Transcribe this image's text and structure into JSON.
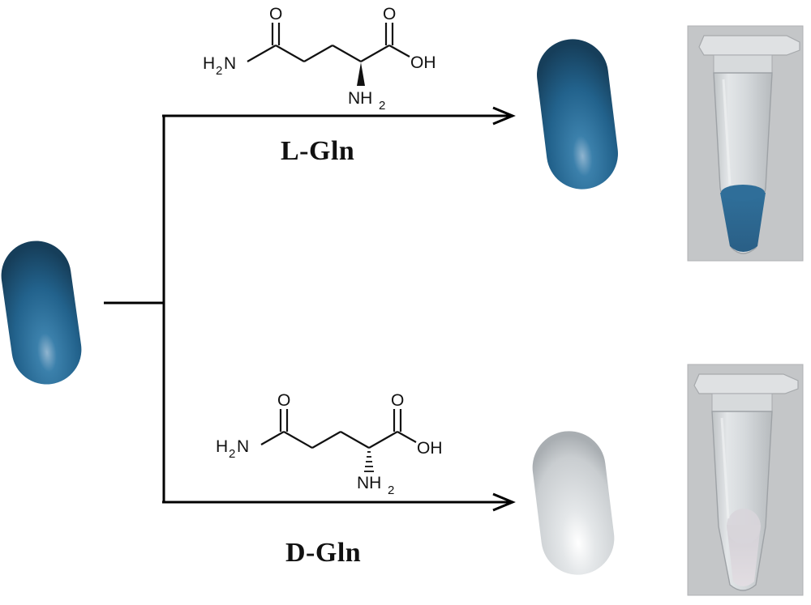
{
  "reactions": [
    {
      "id": "l-gln",
      "label": "L-Gln",
      "molecule": {
        "amide_o": "O",
        "acid_o": "O",
        "amide_n": "H",
        "amide_n_sub": "2",
        "amide_n_tail": "N",
        "acid_oh": "OH",
        "amine": "NH",
        "amine_sub": "2"
      },
      "result_color": "#2a6b94",
      "tube_liquid": "blue"
    },
    {
      "id": "d-gln",
      "label": "D-Gln",
      "molecule": {
        "amide_o": "O",
        "acid_o": "O",
        "amide_n": "H",
        "amide_n_sub": "2",
        "amide_n_tail": "N",
        "acid_oh": "OH",
        "amine": "NH",
        "amine_sub": "2"
      },
      "result_color": "#d9dde0",
      "tube_liquid": "colorless"
    }
  ],
  "colors": {
    "capsule_blue": "#2a6b94",
    "capsule_white": "#dfe2e4",
    "photo_bg": "#c4c6c8"
  }
}
